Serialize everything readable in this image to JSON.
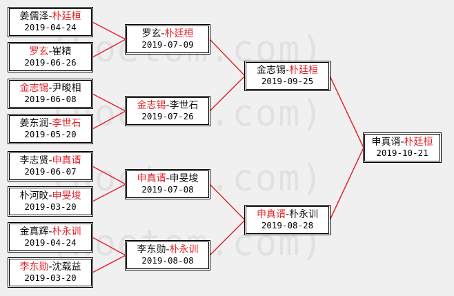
{
  "watermark": "(hoetom.com)",
  "colors": {
    "winner": "#e2232a",
    "other": "#111111",
    "connector": "#e2232a"
  },
  "rounds": [
    {
      "round": 1,
      "matches": [
        {
          "p1": "姜儒泽",
          "p2": "朴廷桓",
          "winner": 2,
          "date": "2019-04-24"
        },
        {
          "p1": "罗玄",
          "p2": "崔精",
          "winner": 1,
          "date": "2019-06-26"
        },
        {
          "p1": "金志锡",
          "p2": "尹畯相",
          "winner": 1,
          "date": "2019-06-08"
        },
        {
          "p1": "姜东润",
          "p2": "李世石",
          "winner": 2,
          "date": "2019-05-20"
        },
        {
          "p1": "李志贤",
          "p2": "申真谞",
          "winner": 2,
          "date": "2019-06-07"
        },
        {
          "p1": "朴河旼",
          "p2": "申旻埈",
          "winner": 2,
          "date": "2019-03-20"
        },
        {
          "p1": "金真辉",
          "p2": "朴永训",
          "winner": 2,
          "date": "2019-04-24"
        },
        {
          "p1": "李东勋",
          "p2": "沈载益",
          "winner": 1,
          "date": "2019-03-20"
        }
      ]
    },
    {
      "round": 2,
      "matches": [
        {
          "p1": "罗玄",
          "p2": "朴廷桓",
          "winner": 2,
          "date": "2019-07-09"
        },
        {
          "p1": "金志锡",
          "p2": "李世石",
          "winner": 1,
          "date": "2019-07-26"
        },
        {
          "p1": "申真谞",
          "p2": "申旻埈",
          "winner": 1,
          "date": "2019-07-08"
        },
        {
          "p1": "李东勋",
          "p2": "朴永训",
          "winner": 2,
          "date": "2019-08-08"
        }
      ]
    },
    {
      "round": 3,
      "matches": [
        {
          "p1": "金志锡",
          "p2": "朴廷桓",
          "winner": 2,
          "date": "2019-09-25"
        },
        {
          "p1": "申真谞",
          "p2": "朴永训",
          "winner": 1,
          "date": "2019-08-28"
        }
      ]
    },
    {
      "round": 4,
      "matches": [
        {
          "p1": "申真谞",
          "p2": "朴廷桓",
          "winner": 2,
          "date": "2019-10-21"
        }
      ]
    }
  ]
}
